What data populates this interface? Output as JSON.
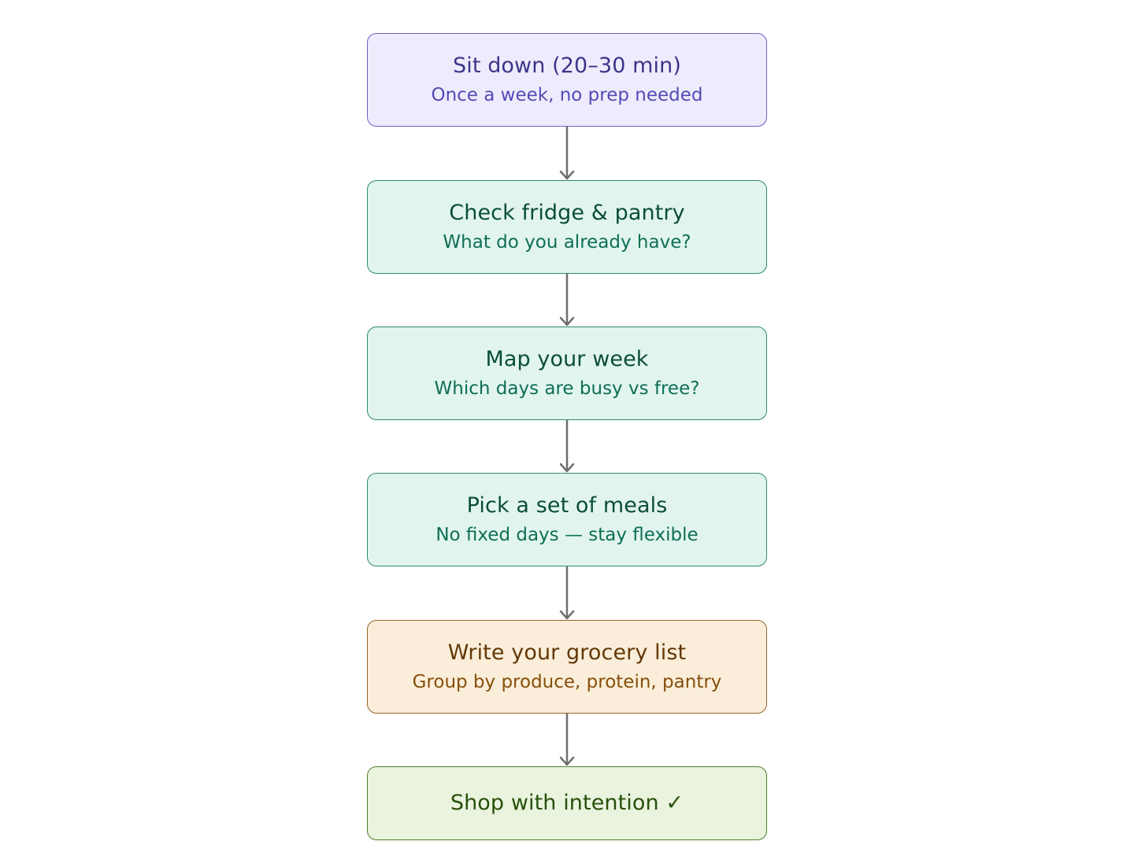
{
  "colors": {
    "arrow": "#6f6f6f",
    "purple_fill": "#eeecfc",
    "purple_border": "#6a61c9",
    "purple_title": "#3c3489",
    "teal_fill": "#e1f5ee",
    "teal_border": "#2f8a69",
    "teal_title": "#0b4d3a",
    "amber_fill": "#faeeda",
    "amber_border": "#93652a",
    "amber_title": "#633806",
    "green_fill": "#eaf3de",
    "green_border": "#4f7f2e",
    "green_title": "#27500a"
  },
  "steps": [
    {
      "title": "Sit down (20–30 min)",
      "subtitle": "Once a week, no prep needed"
    },
    {
      "title": "Check fridge & pantry",
      "subtitle": "What do you already have?"
    },
    {
      "title": "Map your week",
      "subtitle": "Which days are busy vs free?"
    },
    {
      "title": "Pick a set of meals",
      "subtitle": "No fixed days — stay flexible"
    },
    {
      "title": "Write your grocery list",
      "subtitle": "Group by produce, protein, pantry"
    },
    {
      "title": "Shop with intention ✓"
    }
  ]
}
